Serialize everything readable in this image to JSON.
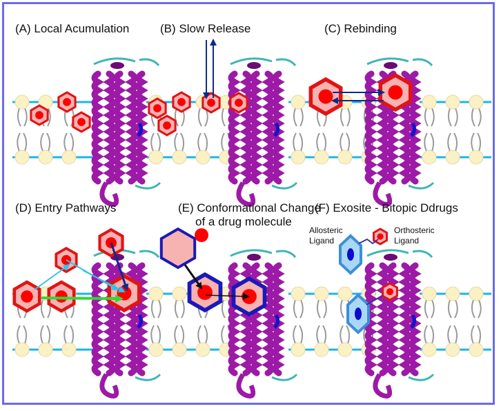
{
  "panels": {
    "a": "(A) Local Acumulation",
    "b": "(B) Slow Release",
    "c": "(C) Rebinding",
    "d": "(D) Entry Pathways",
    "e_line1": "(E) Conformational Change",
    "e_line2": "of a drug molecule",
    "f": "(F) Exosite - Bitopic Ddrugs"
  },
  "legend": {
    "allosteric_line1": "Allosteric",
    "allosteric_line2": "Ligand",
    "orthosteric_line1": "Orthosteric",
    "orthosteric_line2": "Ligand"
  },
  "colors": {
    "frame": "#6a6af0",
    "membrane_line": "#19b6e6",
    "lipid_head": "#fbf1c4",
    "lipid_tail": "#999999",
    "protein": "#9c1aa6",
    "protein_dark": "#6b0c74",
    "protein_loop": "#3fb5b5",
    "drug_fill": "#f7b2b2",
    "drug_ring": "#e11414",
    "drug_center": "#ff0000",
    "allosteric_fill": "#a9d8f7",
    "allosteric_ring": "#3c8ed8",
    "allosteric_center": "#0b0bd0",
    "conf_ring": "#1a1ab8",
    "arrow_navy": "#0d2a8a",
    "arrow_cyan": "#2cc6ea",
    "arrow_green": "#35d635",
    "arrow_black": "#111111"
  },
  "icons": [
    "drug-hexagon-icon",
    "allosteric-ligand-icon",
    "protein-helix-bundle-icon",
    "lipid-molecule-icon"
  ]
}
